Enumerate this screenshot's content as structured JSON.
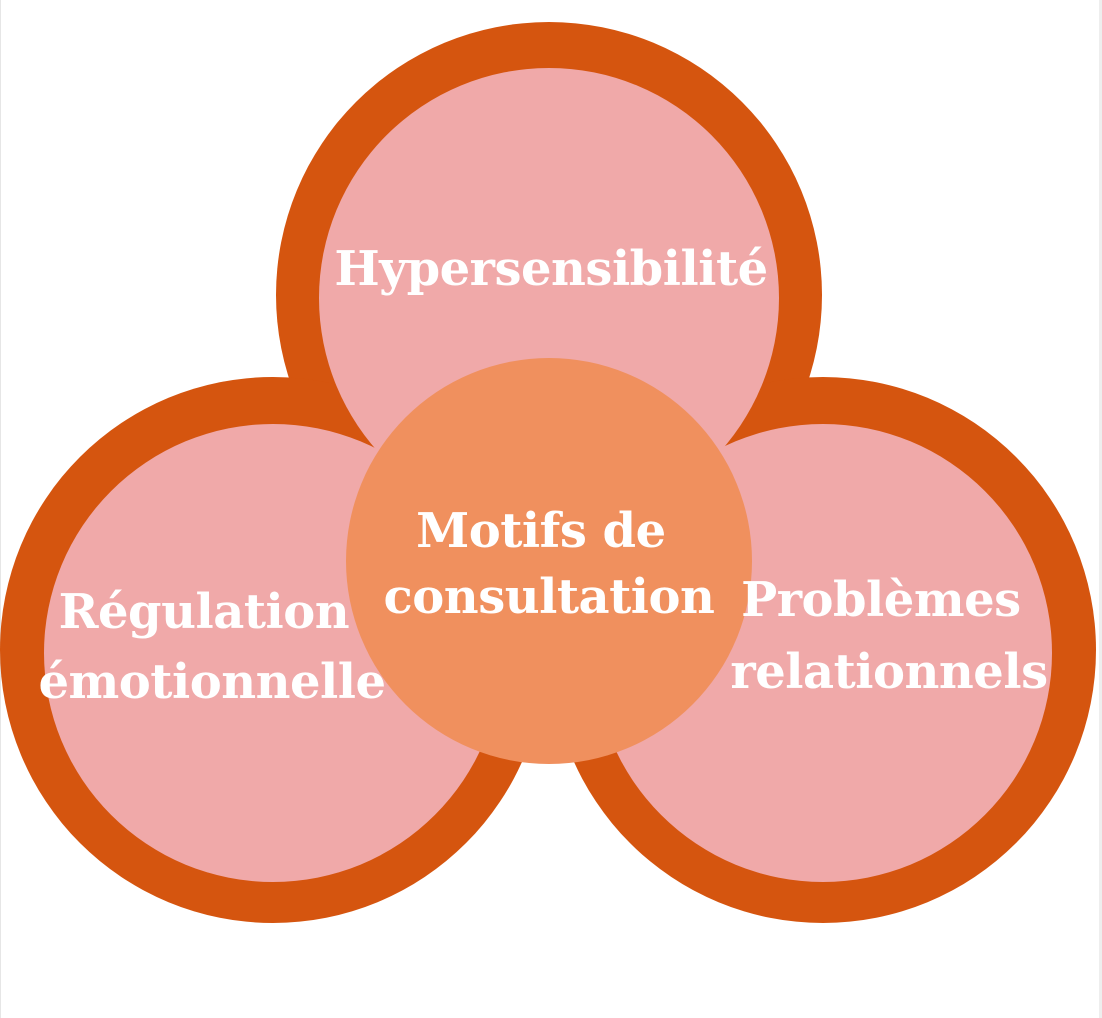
{
  "diagram": {
    "center": {
      "lines": [
        "Motifs de",
        "consultation"
      ]
    },
    "petals": [
      {
        "id": "top",
        "lines": [
          "Hypersensibilité"
        ]
      },
      {
        "id": "left",
        "lines": [
          "Régulation",
          "émotionnelle"
        ]
      },
      {
        "id": "right",
        "lines": [
          "Problèmes",
          "relationnels"
        ]
      }
    ]
  },
  "colors": {
    "ring": "#d5550f",
    "petal_fill": "#f0a9a9",
    "center_fill": "#f0905e",
    "text": "#ffffff"
  }
}
